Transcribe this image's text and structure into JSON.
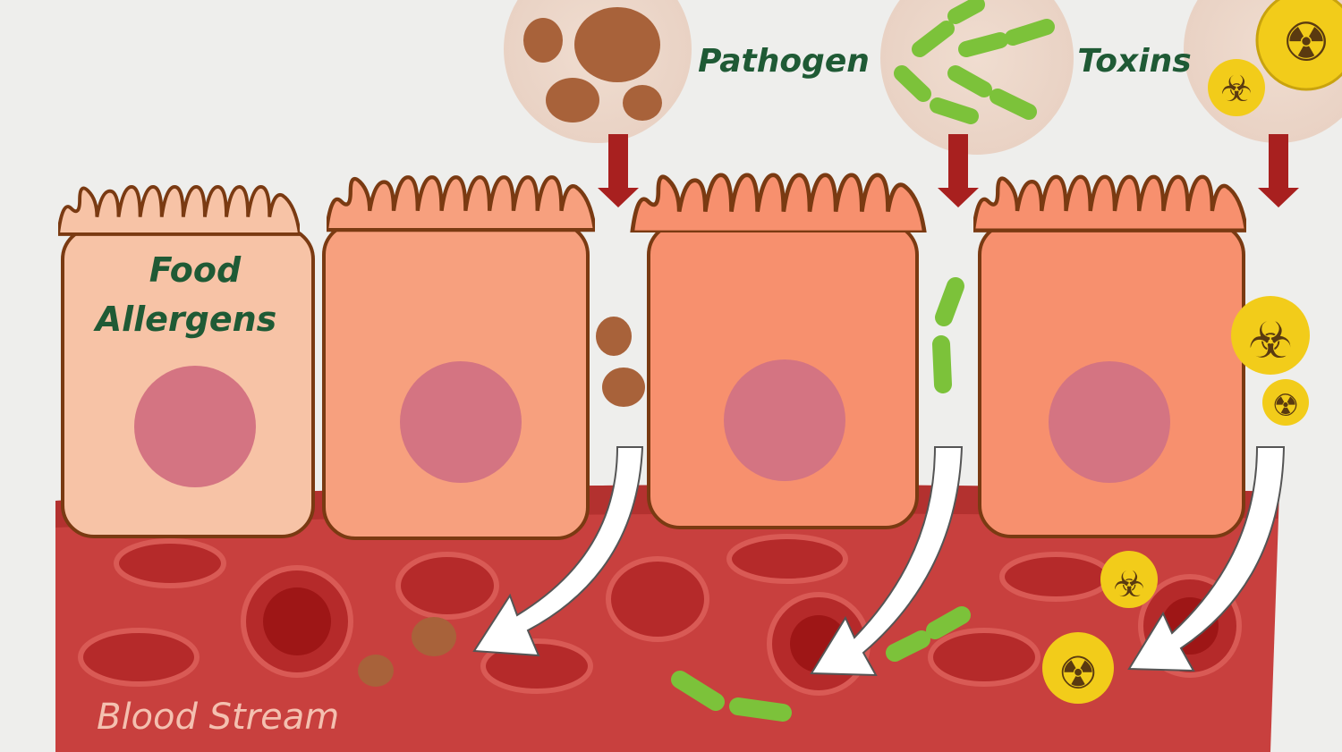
{
  "labels": {
    "food_line1": "Food",
    "food_line2": "Allergens",
    "pathogen": "Pathogen",
    "toxins": "Toxins",
    "blood_stream": "Blood Stream"
  },
  "colors": {
    "background": "#eeeeec",
    "blood": "#c8403e",
    "cell": "#f7906e",
    "cell_light": "#f7c3a6",
    "cell_outline": "#7a3a12",
    "nucleus": "#d47482",
    "label_green": "#1f5a35",
    "allergen": "#a8623a",
    "bacteria": "#7cc23a",
    "toxin": "#f2cc1a",
    "arrow_red": "#a8201f"
  }
}
